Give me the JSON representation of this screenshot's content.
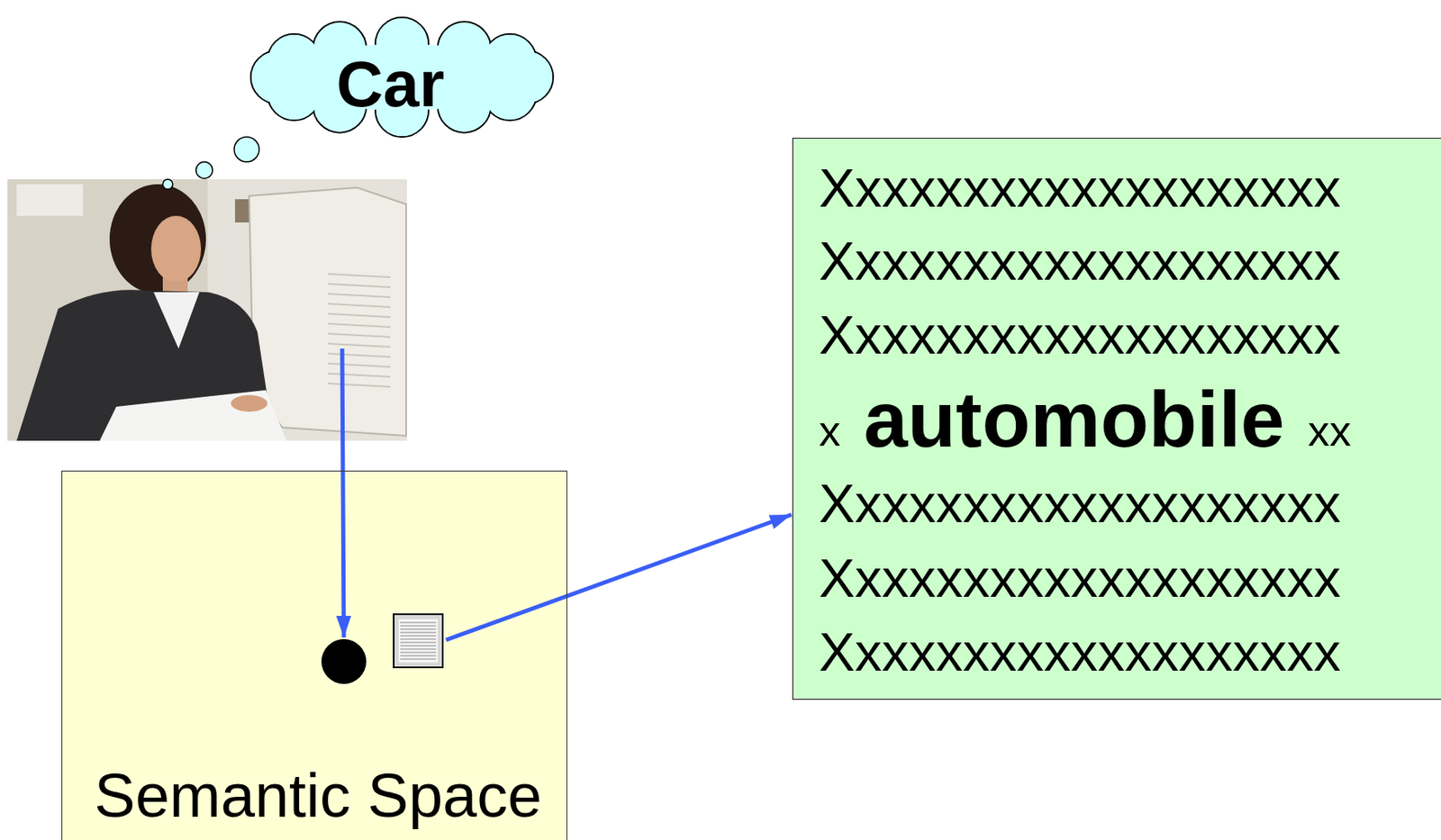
{
  "diagram": {
    "nodes": [
      {
        "text": [
          "Car"
        ]
      },
      {
        "text": [
          "Xxxxxxxxxxxxxxxxxxx",
          "Xxxxxxxxxxxxxxxxxxx",
          "Xxxxxxxxxxxxxxxxxxx",
          "x",
          "automobile",
          "xx",
          "Xxxxxxxxxxxxxxxxxxx",
          "Xxxxxxxxxxxxxxxxxxx",
          "Xxxxxxxxxxxxxxxxxxx"
        ]
      },
      {
        "text": [
          "Semantic Space"
        ]
      }
    ]
  }
}
